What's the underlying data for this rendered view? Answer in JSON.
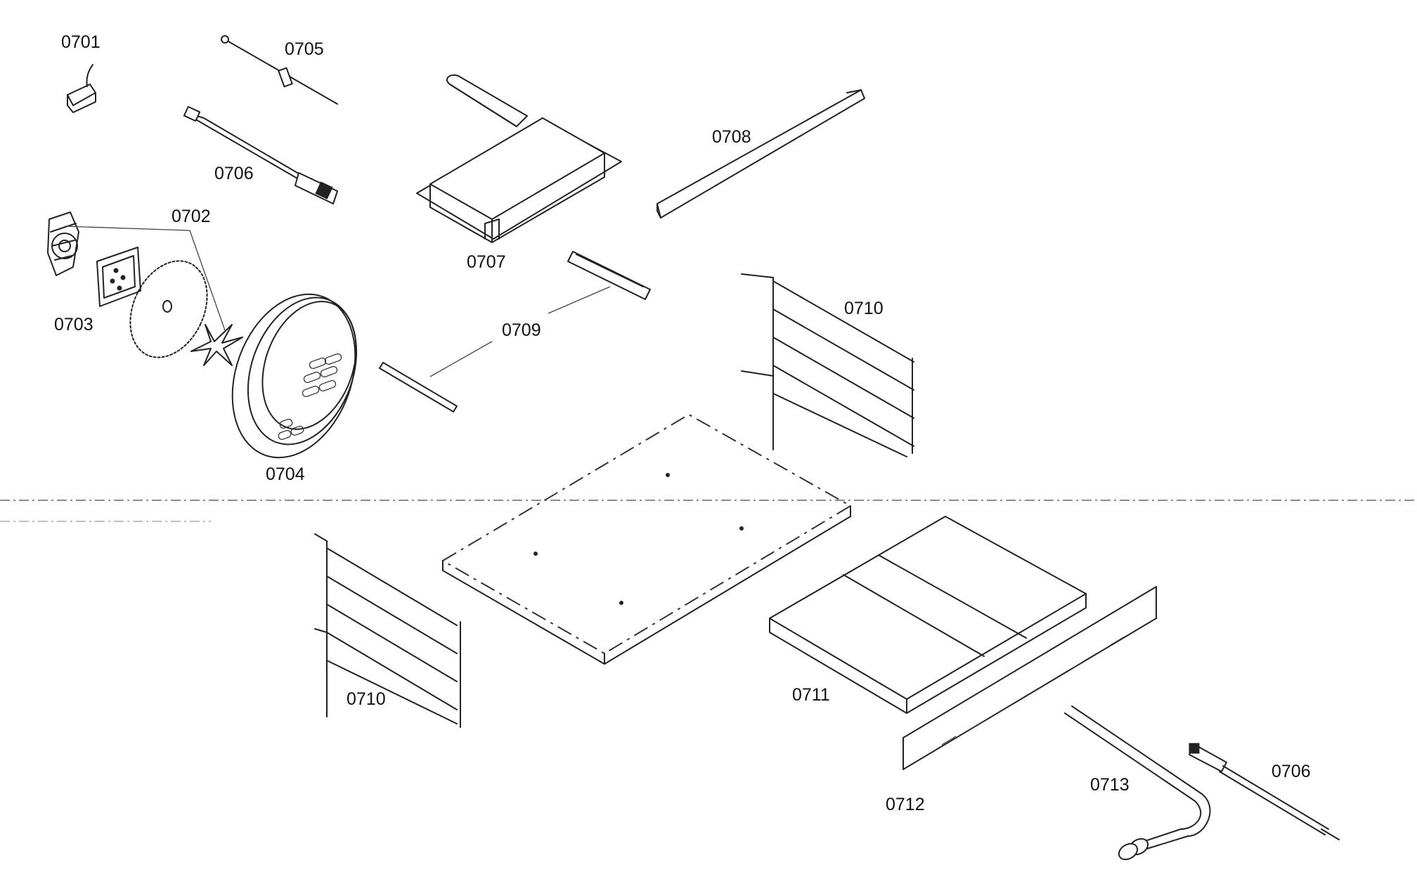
{
  "labels": {
    "p0701": "0701",
    "p0702": "0702",
    "p0703": "0703",
    "p0704": "0704",
    "p0705": "0705",
    "p0706_top": "0706",
    "p0706_bottom": "0706",
    "p0707": "0707",
    "p0708": "0708",
    "p0709": "0709",
    "p0710_right": "0710",
    "p0710_left": "0710",
    "p0711": "0711",
    "p0712": "0712",
    "p0713": "0713"
  }
}
